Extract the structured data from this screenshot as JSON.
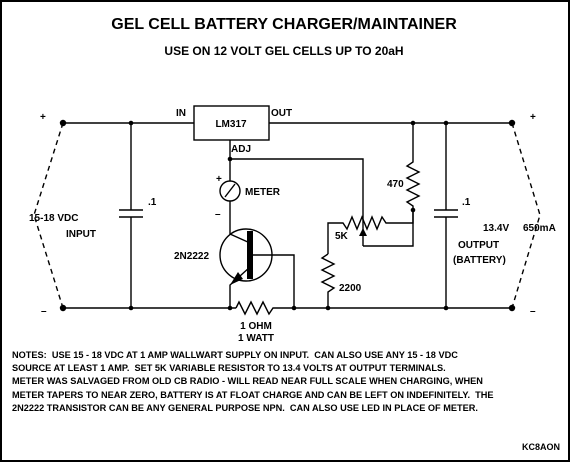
{
  "title": "GEL CELL BATTERY CHARGER/MAINTAINER",
  "subtitle": "USE ON 12 VOLT GEL CELLS UP TO 20aH",
  "labels": {
    "plus_in": "+",
    "minus_in": "–",
    "plus_out": "+",
    "minus_out": "–",
    "in_pin": "IN",
    "out_pin": "OUT",
    "regulator": "LM317",
    "adj_pin": "ADJ",
    "meter": "METER",
    "meter_plus": "+",
    "meter_minus": "–",
    "cap_in": ".1",
    "cap_out": ".1",
    "input_voltage": "15-18 VDC",
    "input": "INPUT",
    "r470": "470",
    "pot": "5K",
    "r2200": "2200",
    "transistor": "2N2222",
    "output_voltage": "13.4V",
    "output_current": "650mA",
    "output": "OUTPUT",
    "battery": "(BATTERY)",
    "r_sense_value": "1 OHM",
    "r_sense_power": "1 WATT"
  },
  "notes": [
    "NOTES:  USE 15 - 18 VDC AT 1 AMP WALLWART SUPPLY ON INPUT.  CAN ALSO USE ANY 15 - 18 VDC",
    "SOURCE AT LEAST 1 AMP.  SET 5K VARIABLE RESISTOR TO 13.4 VOLTS AT OUTPUT TERMINALS.",
    "METER WAS SALVAGED FROM OLD CB RADIO - WILL READ NEAR FULL SCALE WHEN CHARGING, WHEN",
    "METER TAPERS TO NEAR ZERO, BATTERY IS AT FLOAT CHARGE AND CAN BE LEFT ON INDEFINITELY.  THE",
    "2N2222 TRANSISTOR CAN BE ANY GENERAL PURPOSE NPN.  CAN ALSO USE LED IN PLACE OF METER."
  ],
  "signature": "KC8AON"
}
